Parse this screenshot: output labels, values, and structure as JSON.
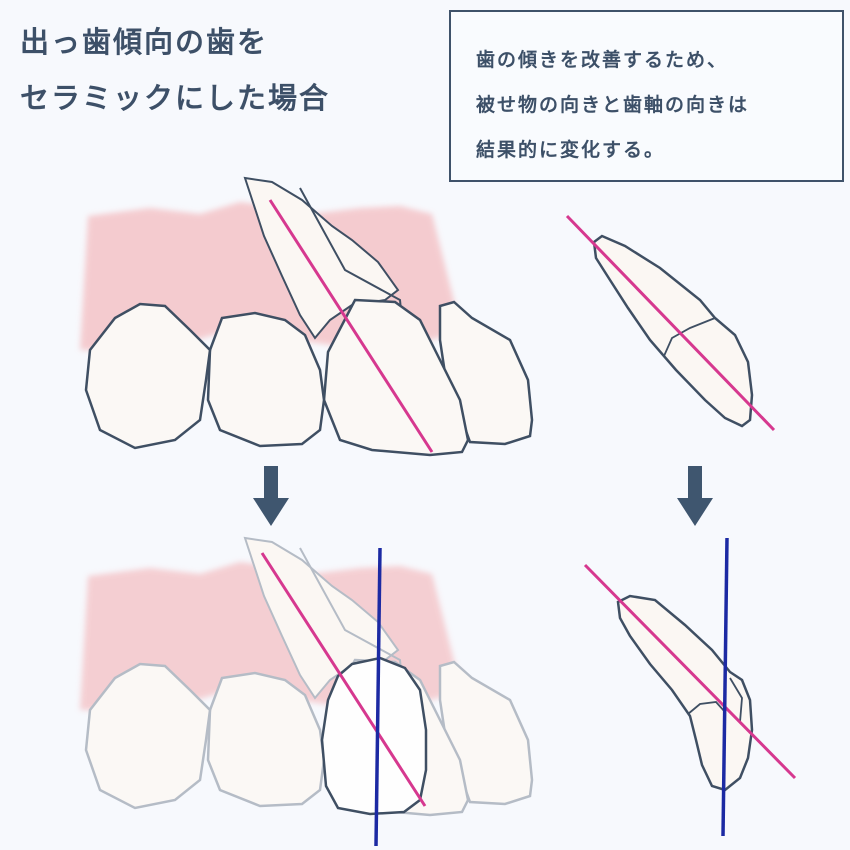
{
  "title": {
    "line1": "出っ歯傾向の歯を",
    "line2": "セラミックにした場合"
  },
  "note": {
    "line1": "歯の傾きを改善するため、",
    "line2": "被せ物の向きと歯軸の向きは",
    "line3": "結果的に変化する。"
  },
  "colors": {
    "heading": "#3d5068",
    "tooth_axis": "#d6388f",
    "crown_axis": "#1c2aa3",
    "gum": "#f4c4c8",
    "outline": "#3f4f63",
    "arrow": "#3f566f"
  }
}
